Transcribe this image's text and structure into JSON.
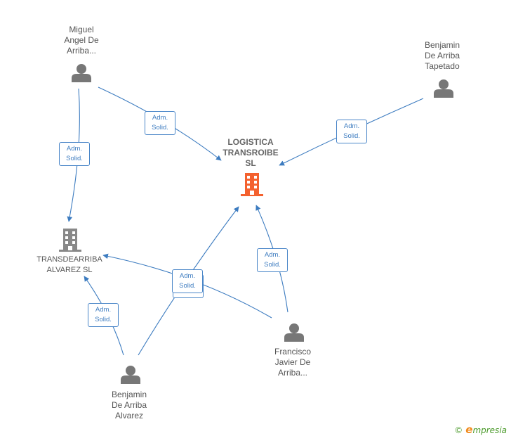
{
  "nodes": {
    "miguel": "Miguel\nAngel De\nArriba...",
    "benjamin_tapetado": "Benjamin\nDe Arriba\nTapetado",
    "logistica": "LOGISTICA\nTRANSROIBE\nSL",
    "transdearriba": "TRANSDEARRIBA\nALVAREZ  SL",
    "francisco": "Francisco\nJavier De\nArriba...",
    "benjamin_alvarez": "Benjamin\nDe Arriba\nAlvarez"
  },
  "relations": {
    "label": "Adm.\nSolid."
  },
  "colors": {
    "edge": "#3d7cc0",
    "primary_company": "#f4612e",
    "secondary_company": "#888888",
    "person": "#777777"
  },
  "brand": {
    "copyright": "©",
    "e": "e",
    "rest": "mpresia"
  }
}
